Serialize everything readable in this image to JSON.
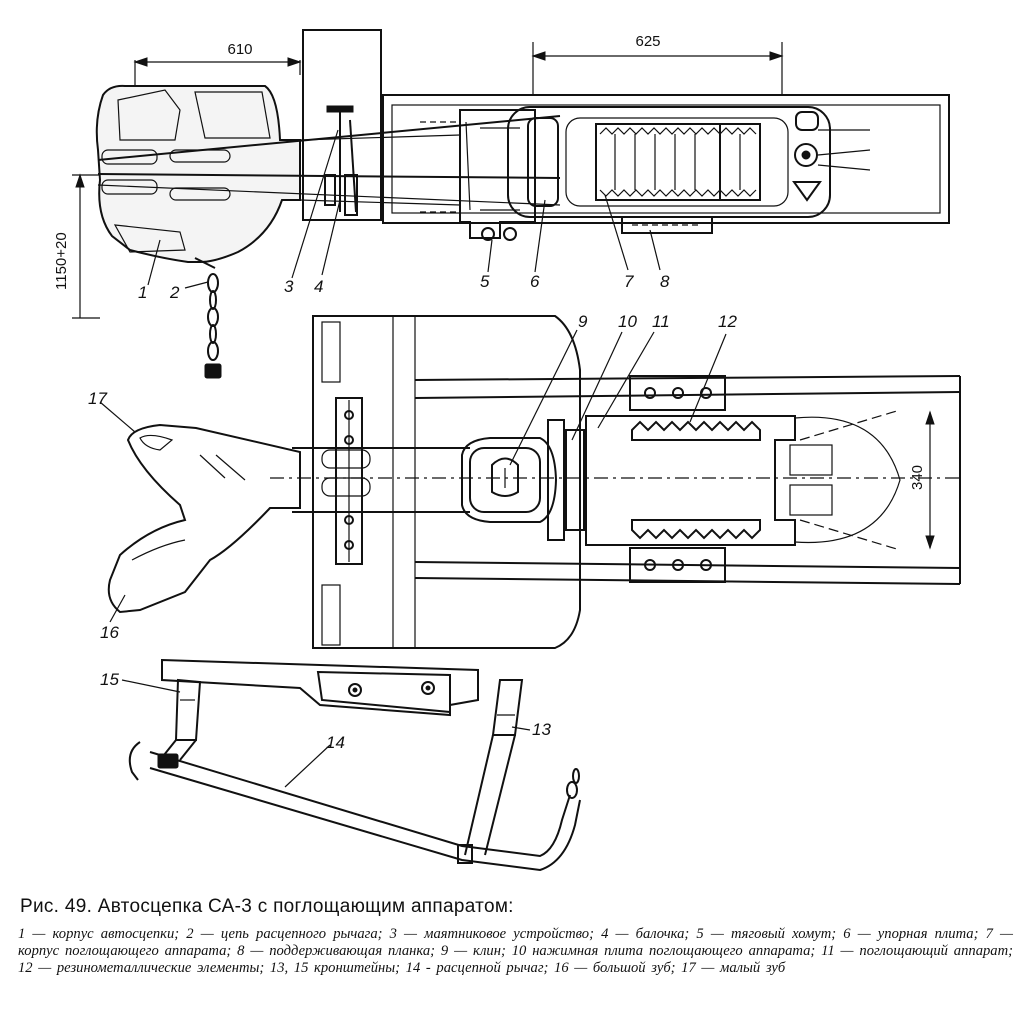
{
  "figure": {
    "dimensions": {
      "d610": "610",
      "d625": "625",
      "d1150": "1150+20",
      "d340": "340"
    },
    "labels": {
      "n1": "1",
      "n2": "2",
      "n3": "3",
      "n4": "4",
      "n5": "5",
      "n6": "6",
      "n7": "7",
      "n8": "8",
      "n9": "9",
      "n10": "10",
      "n11": "11",
      "n12": "12",
      "n13": "13",
      "n14": "14",
      "n15": "15",
      "n16": "16",
      "n17": "17"
    }
  },
  "caption": {
    "title": "Рис. 49. Автосцепка СА-3 с поглощающим аппаратом:",
    "legend": "1 — корпус автосцепки; 2 — цепь расцепного рычага; 3 — маятниковое устройство; 4 — балочка; 5 — тяговый хомут; 6 — упорная плита; 7 — корпус поглощающего аппарата; 8 — поддерживающая планка; 9 — клин; 10 нажимная плита поглощающего аппарата; 11 — поглощающий аппарат; 12 — резинометаллические элементы; 13, 15 кронштейны; 14 - расцепной рычаг; 16 — большой зуб; 17 — малый зуб"
  }
}
